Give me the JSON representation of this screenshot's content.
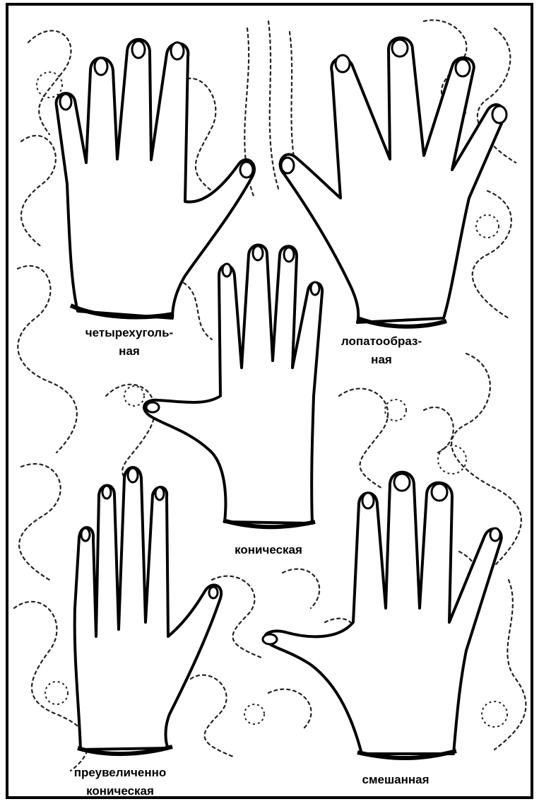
{
  "figure": {
    "hand_types": [
      {
        "id": "square",
        "icon": "square-hand-icon",
        "lines": [
          "четырехуголь-",
          "ная"
        ]
      },
      {
        "id": "spatulate",
        "icon": "spatulate-hand-icon",
        "lines": [
          "лопатообраз-",
          "ная"
        ]
      },
      {
        "id": "conic",
        "icon": "conic-hand-icon",
        "lines": [
          "коническая"
        ]
      },
      {
        "id": "psychic",
        "icon": "psychic-hand-icon",
        "lines": [
          "преувеличенно",
          "коническая"
        ]
      },
      {
        "id": "mixed",
        "icon": "mixed-hand-icon",
        "lines": [
          "смешанная"
        ]
      }
    ],
    "colors": {
      "ink": "#000000",
      "paper": "#ffffff",
      "ornament": "#222222"
    }
  }
}
